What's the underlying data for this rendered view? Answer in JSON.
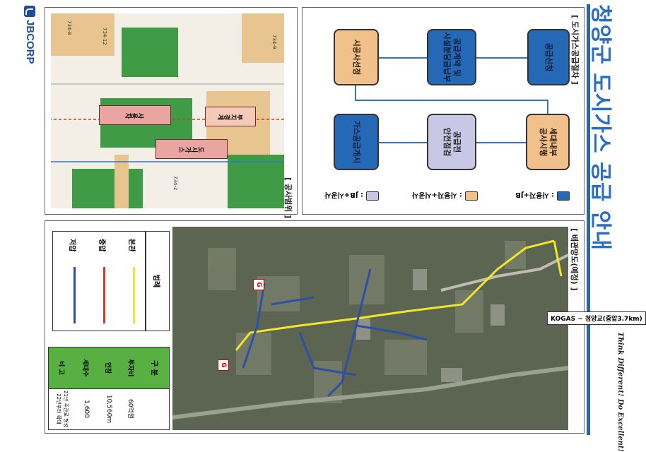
{
  "title": "청양군 도시가스 공급 안내",
  "logo_text": "JBCORP",
  "footer_slogan": "Think Different! Do Excellent!",
  "map_section": {
    "label": "[ 배관망도(예정) ]",
    "kogas_label": "KOGAS ~ 청양교(중압3.7km)",
    "marker": "G",
    "legend": {
      "title": "범례",
      "items": [
        {
          "label": "본관",
          "color": "#f2e62a"
        },
        {
          "label": "중압",
          "color": "#d23a2f"
        },
        {
          "label": "저압",
          "color": "#2d4fa6"
        }
      ]
    },
    "table": {
      "headers": [
        "구 분",
        "투자비",
        "연장",
        "세대수",
        "비 고"
      ],
      "row": [
        "",
        "60억원",
        "10,560m",
        "1,600",
        "21년 주관로 형성\n22년부터 확대"
      ]
    }
  },
  "procedure_section": {
    "label": "[ 도시가스공급절차 ]",
    "nodes": [
      {
        "text": "공급신청",
        "style": "blue"
      },
      {
        "text": "공급계약 및\n시설분담금납부",
        "style": "blue"
      },
      {
        "text": "시공사선정",
        "style": "orange"
      },
      {
        "text": "세대내부\n공사시행",
        "style": "orange"
      },
      {
        "text": "공급전\n안전점검",
        "style": "lav"
      },
      {
        "text": "가스공급개시",
        "style": "blue"
      }
    ],
    "legend": [
      {
        "label": ": 사용자+JB",
        "color": "#2568b5"
      },
      {
        "label": ": 사용자+시공사",
        "color": "#f2c08a"
      },
      {
        "label": ": JB+시공사",
        "color": "#c8c8e6"
      }
    ]
  },
  "scope_section": {
    "label": "[ 공사범위 ]",
    "arrows": [
      "도시가스",
      "사용자"
    ],
    "boundary_label": "부지경계",
    "parcels": [
      "734-12",
      "734-9",
      "734-2",
      "734-8"
    ]
  }
}
